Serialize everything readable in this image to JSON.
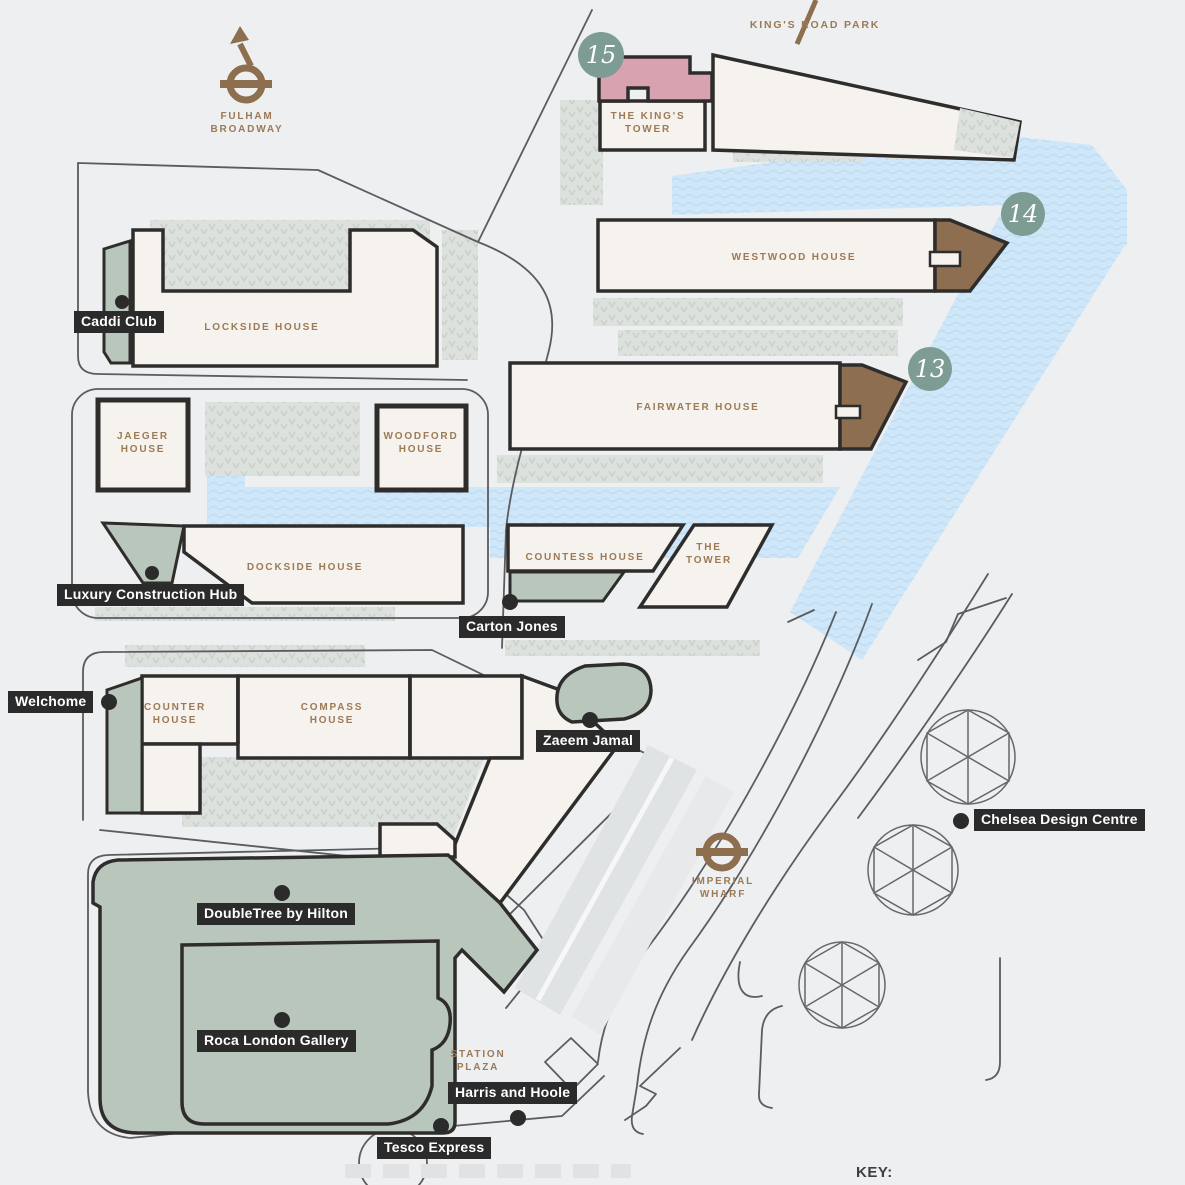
{
  "colors": {
    "background": "#edeff1",
    "water": "#cfe7f8",
    "water_wave": "#bcdcf2",
    "building_fill": "#f6f3ee",
    "building_outline": "#2e2d2c",
    "sage_accent": "#b9c6bc",
    "pink_accent": "#d9a2b0",
    "brown_accent": "#8d6e50",
    "teal_marker": "#7d9c93",
    "road_line": "#5b5c60",
    "tag_background": "#2b2b2c",
    "tag_text": "#ffffff",
    "label_brown": "#9c7a55"
  },
  "stations": [
    {
      "id": "fulham-broadway",
      "lines": [
        "FULHAM",
        "BROADWAY"
      ]
    },
    {
      "id": "imperial-wharf",
      "lines": [
        "IMPERIAL",
        "WHARF"
      ]
    }
  ],
  "areas": {
    "kings_road_park": "KING'S ROAD PARK",
    "station_plaza": [
      "STATION",
      "PLAZA"
    ],
    "key_label": "KEY:"
  },
  "buildings": [
    {
      "id": "kings-tower",
      "lines": [
        "THE KING'S",
        "TOWER"
      ]
    },
    {
      "id": "westwood-house",
      "lines": [
        "WESTWOOD HOUSE"
      ]
    },
    {
      "id": "fairwater-house",
      "lines": [
        "FAIRWATER HOUSE"
      ]
    },
    {
      "id": "lockside-house",
      "lines": [
        "LOCKSIDE HOUSE"
      ]
    },
    {
      "id": "jaeger-house",
      "lines": [
        "JAEGER",
        "HOUSE"
      ]
    },
    {
      "id": "woodford-house",
      "lines": [
        "WOODFORD",
        "HOUSE"
      ]
    },
    {
      "id": "dockside-house",
      "lines": [
        "DOCKSIDE HOUSE"
      ]
    },
    {
      "id": "countess-house",
      "lines": [
        "COUNTESS HOUSE"
      ]
    },
    {
      "id": "the-tower",
      "lines": [
        "THE",
        "TOWER"
      ]
    },
    {
      "id": "counter-house",
      "lines": [
        "COUNTER",
        "HOUSE"
      ]
    },
    {
      "id": "compass-house",
      "lines": [
        "COMPASS",
        "HOUSE"
      ]
    }
  ],
  "markers": [
    {
      "number": "15"
    },
    {
      "number": "14"
    },
    {
      "number": "13"
    }
  ],
  "pois": [
    {
      "id": "caddi-club",
      "label": "Caddi Club"
    },
    {
      "id": "luxury-construction-hub",
      "label": "Luxury Construction Hub"
    },
    {
      "id": "carton-jones",
      "label": "Carton Jones"
    },
    {
      "id": "welchome",
      "label": "Welchome"
    },
    {
      "id": "zaeem-jamal",
      "label": "Zaeem Jamal"
    },
    {
      "id": "chelsea-design-centre",
      "label": "Chelsea Design Centre"
    },
    {
      "id": "doubletree-by-hilton",
      "label": "DoubleTree by Hilton"
    },
    {
      "id": "roca-london-gallery",
      "label": "Roca London Gallery"
    },
    {
      "id": "harris-and-hoole",
      "label": "Harris and Hoole"
    },
    {
      "id": "tesco-express",
      "label": "Tesco Express"
    }
  ]
}
